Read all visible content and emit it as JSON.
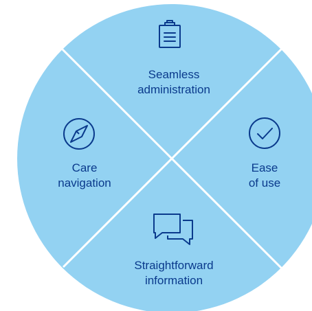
{
  "colors": {
    "segment_fill": "#93d2f2",
    "divider": "#ffffff",
    "icon_stroke": "#0a3a8c",
    "text": "#0a3a8c",
    "background": "#ffffff"
  },
  "segments": {
    "top": {
      "icon": "clipboard-icon",
      "line1": "Seamless",
      "line2": "administration"
    },
    "left": {
      "icon": "compass-icon",
      "line1": "Care",
      "line2": "navigation"
    },
    "right": {
      "icon": "checkmark-circle-icon",
      "line1": "Ease",
      "line2": "of use"
    },
    "bottom": {
      "icon": "chat-bubbles-icon",
      "line1": "Straightforward",
      "line2": "information"
    }
  }
}
